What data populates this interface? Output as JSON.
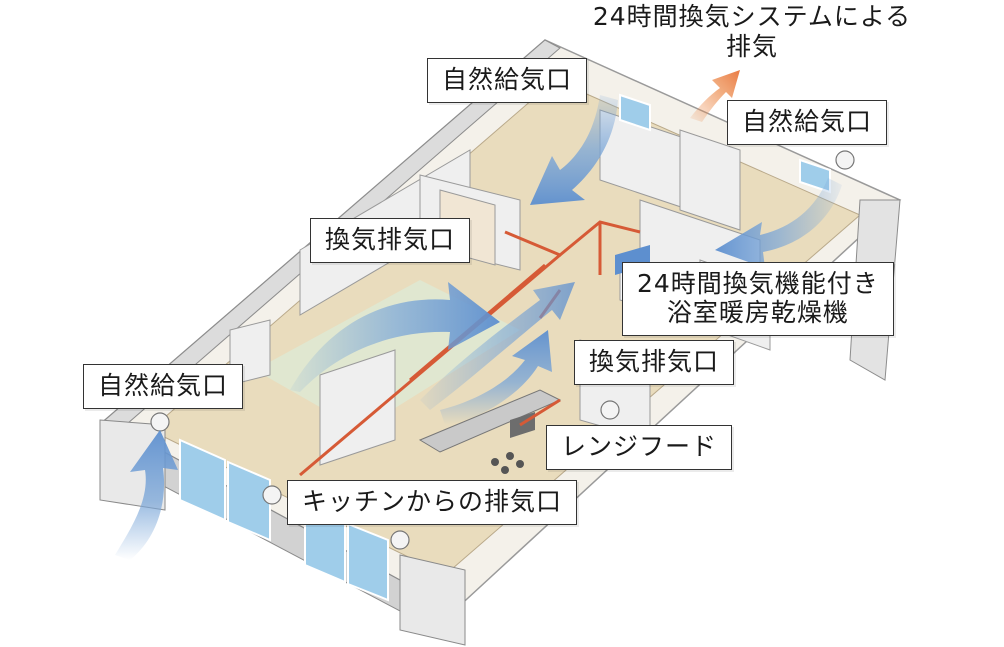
{
  "labels": {
    "exhaust_24h": {
      "line1": "24時間換気システムによる",
      "line2": "排気"
    },
    "natural_intake_top": "自然給気口",
    "natural_intake_right": "自然給気口",
    "ventilation_exhaust_left": "換気排気口",
    "bathroom_dryer": {
      "line1": "24時間換気機能付き",
      "line2": "浴室暖房乾燥機"
    },
    "ventilation_exhaust_right": "換気排気口",
    "natural_intake_left": "自然給気口",
    "range_hood": "レンジフード",
    "kitchen_exhaust": "キッチンからの排気口"
  },
  "colors": {
    "airflow_blue": "#7aa6d8",
    "exhaust_orange": "#ec8a4a",
    "duct_red": "#d65a36",
    "floor_beige": "#e9dcbd",
    "wall_gray": "#e6e6e6",
    "window_blue": "#9fcdea"
  }
}
